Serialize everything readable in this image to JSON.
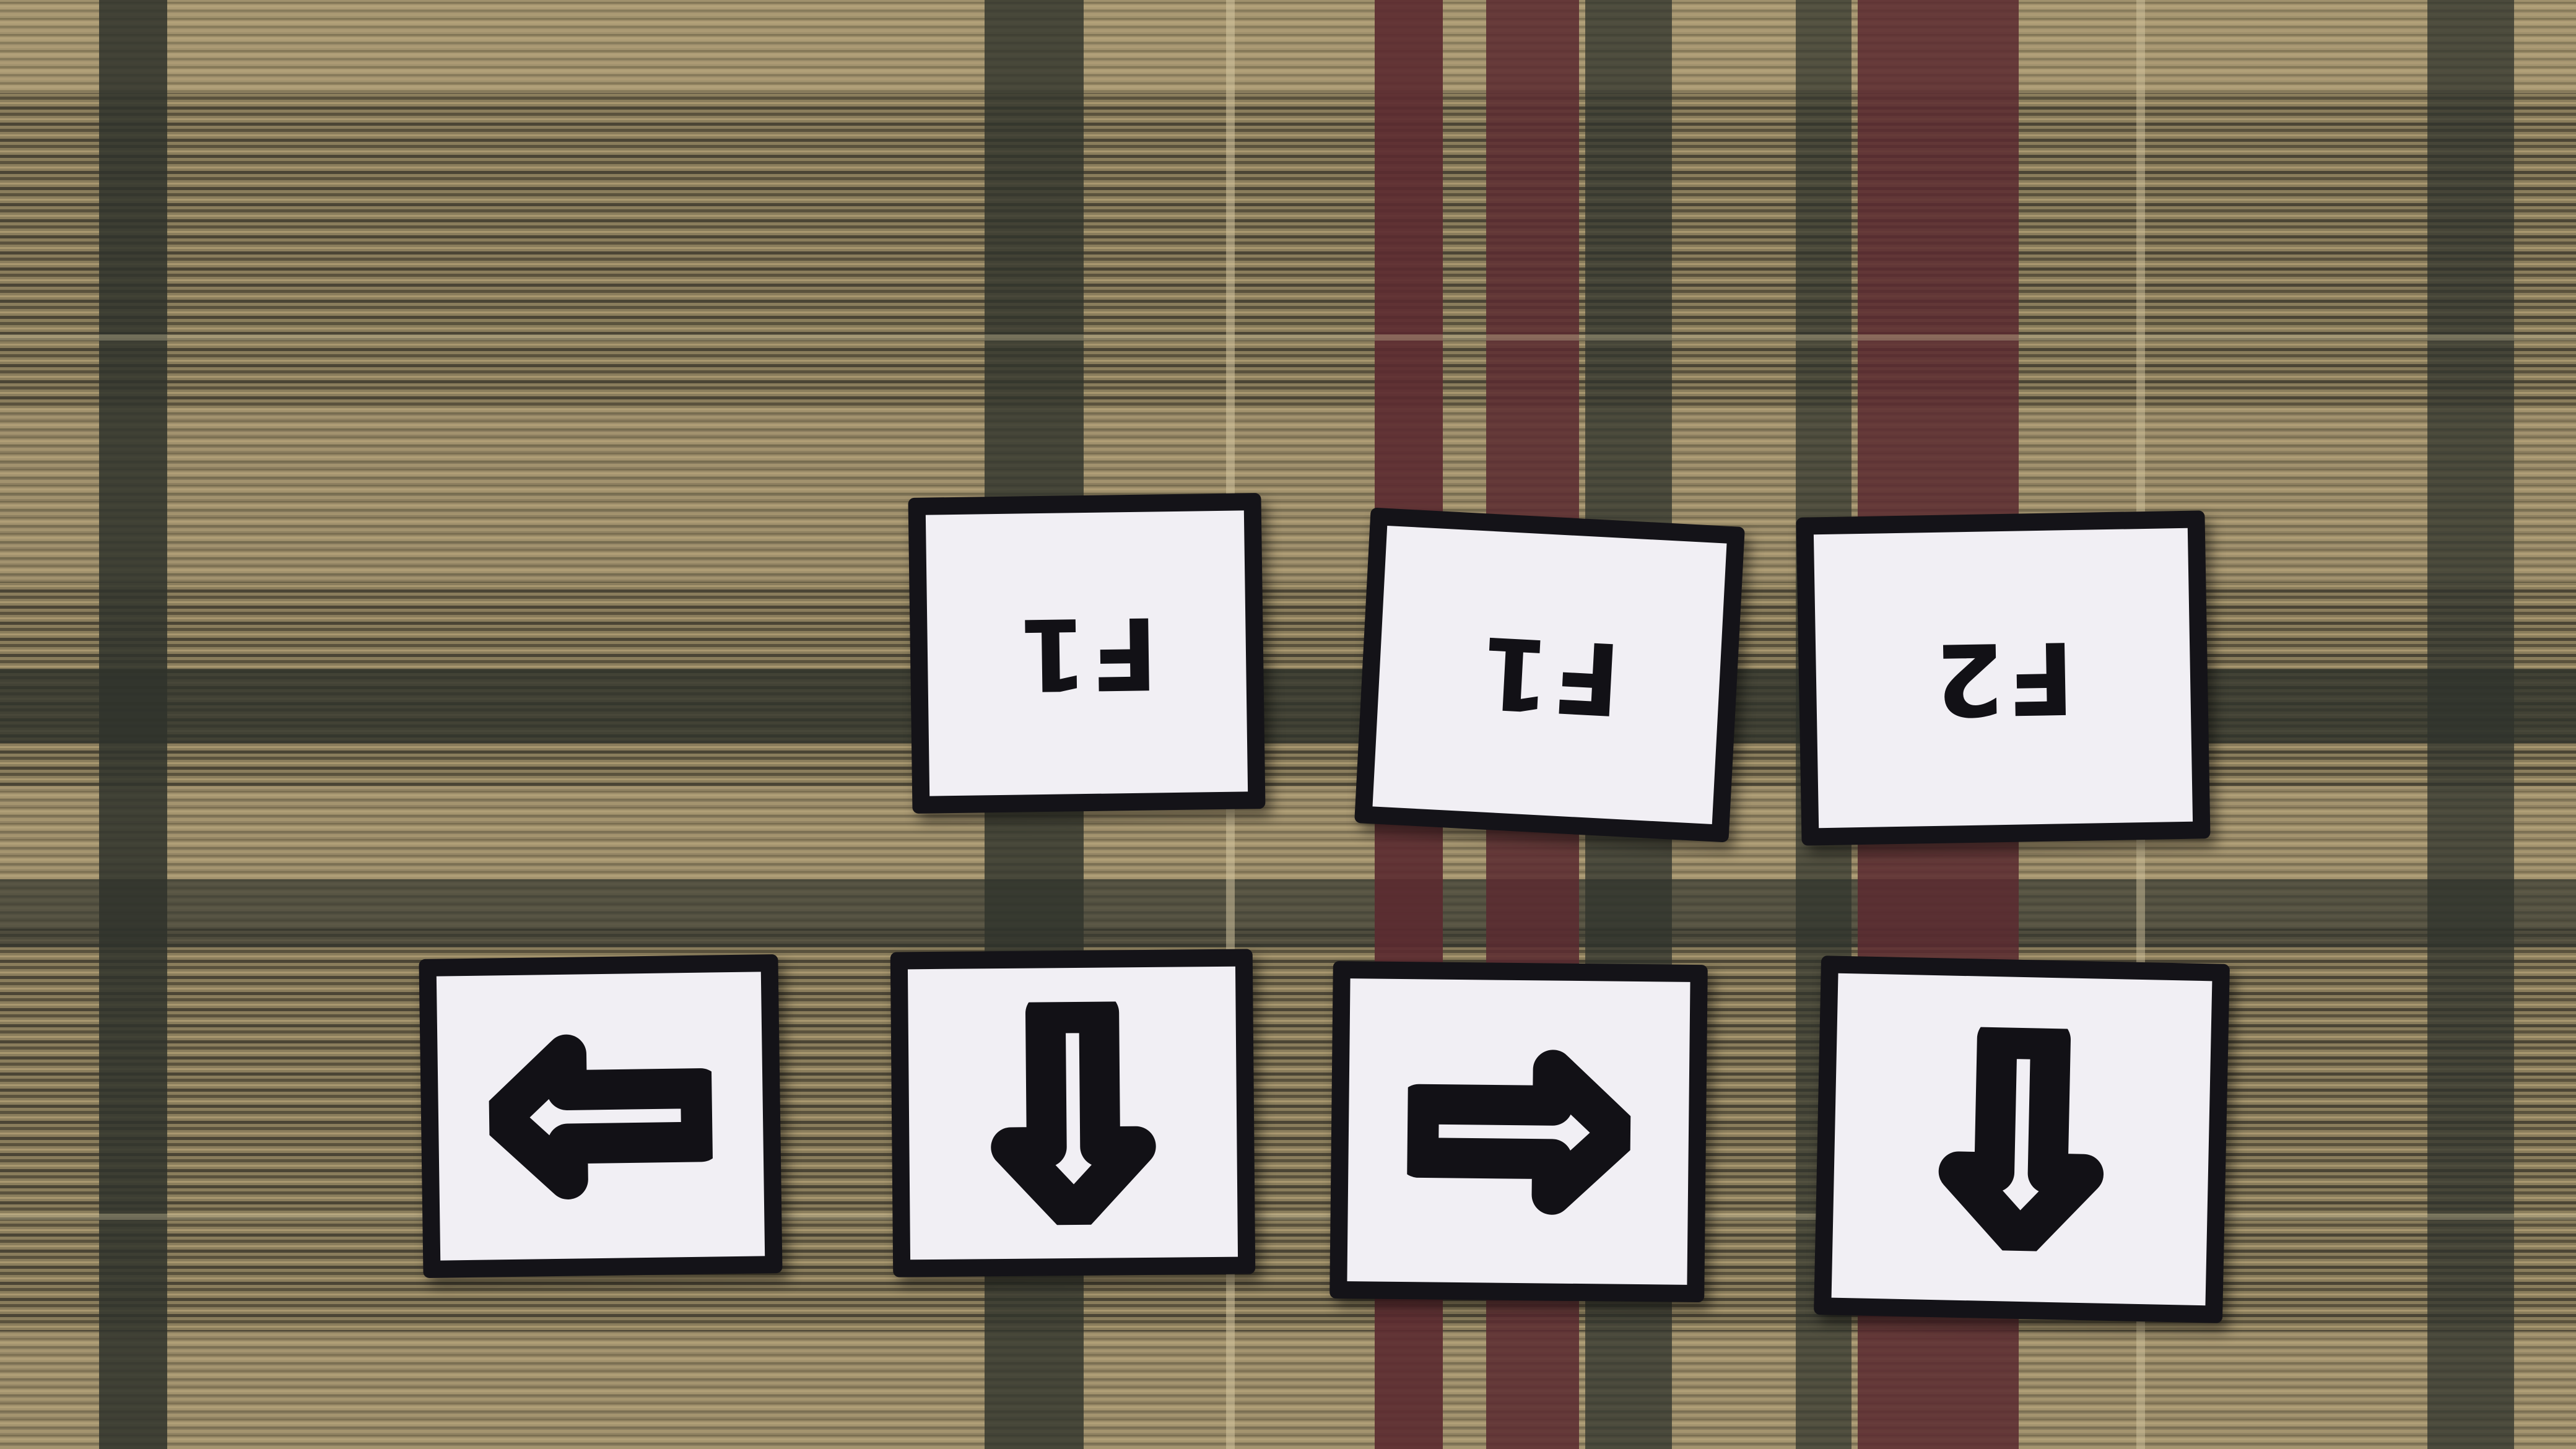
{
  "cards": [
    {
      "id": "f1-card-1",
      "label": "F1"
    },
    {
      "id": "f1-card-2",
      "label": "F1"
    },
    {
      "id": "f2-card",
      "label": "F2"
    },
    {
      "id": "left-arrow-card",
      "icon": "arrow-left-icon"
    },
    {
      "id": "down-arrow-card-1",
      "icon": "arrow-down-icon"
    },
    {
      "id": "right-arrow-card",
      "icon": "arrow-right-icon"
    },
    {
      "id": "down-arrow-card-2",
      "icon": "arrow-down-icon"
    }
  ],
  "colors": {
    "card_face": "#f1eff4",
    "card_border": "#141318",
    "fabric_base": "#8a7d5c",
    "fabric_dark_band": "#2f332c",
    "fabric_maroon_band": "#5b2a30",
    "fabric_light_band": "#b6a47c"
  }
}
